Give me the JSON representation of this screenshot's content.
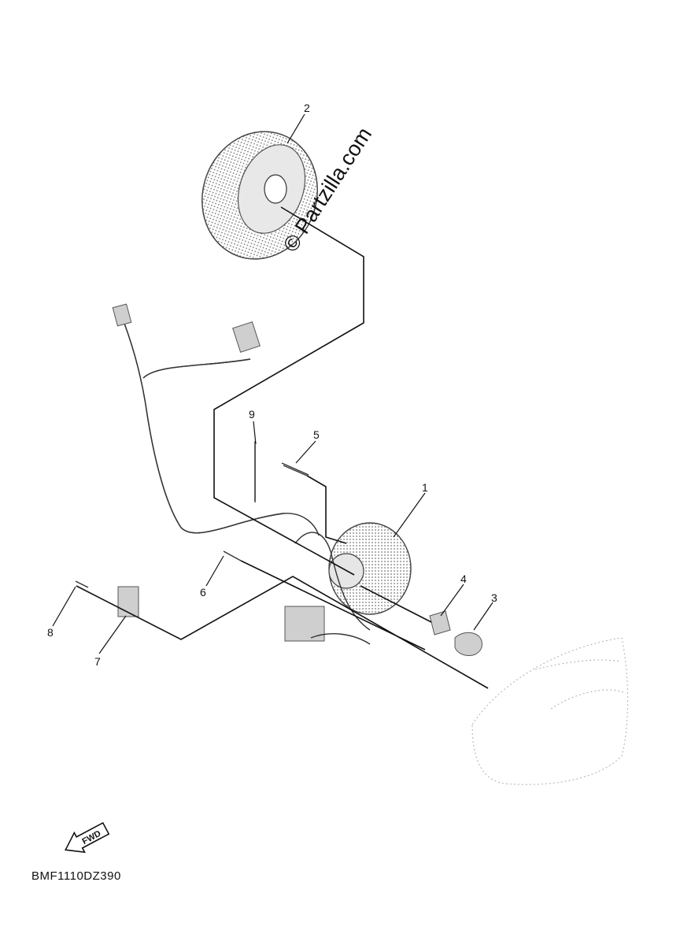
{
  "watermark": "© Partzilla.com",
  "fwd_label": "FWD",
  "diagram_code": "BMF1110DZ390",
  "callouts": [
    {
      "id": "1",
      "label": "1"
    },
    {
      "id": "2",
      "label": "2"
    },
    {
      "id": "3",
      "label": "3"
    },
    {
      "id": "4",
      "label": "4"
    },
    {
      "id": "5",
      "label": "5"
    },
    {
      "id": "6",
      "label": "6"
    },
    {
      "id": "7",
      "label": "7"
    },
    {
      "id": "8",
      "label": "8"
    },
    {
      "id": "9",
      "label": "9"
    }
  ],
  "icons": {
    "rotor": "flywheel-rotor-icon",
    "stator": "stator-coil-icon",
    "fwd_arrow": "fwd-arrow-icon"
  }
}
